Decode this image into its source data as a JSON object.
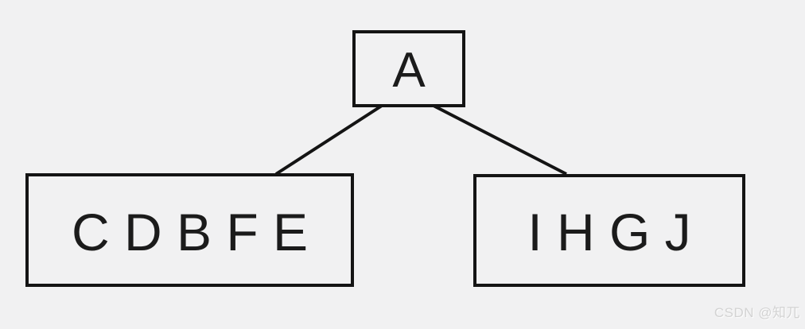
{
  "diagram": {
    "type": "tree",
    "nodes": [
      {
        "id": "root",
        "label": "A"
      },
      {
        "id": "left-child",
        "label": "C D B F E"
      },
      {
        "id": "right-child",
        "label": "I H G J"
      }
    ],
    "edges": [
      {
        "from": "root",
        "to": "left-child"
      },
      {
        "from": "root",
        "to": "right-child"
      }
    ],
    "colors": {
      "background": "#f1f1f2",
      "node_border": "#141414",
      "edge_stroke": "#141414",
      "text": "#1b1b1b"
    }
  },
  "watermark": {
    "text": "CSDN @知兀",
    "color": "#d3d3d3"
  }
}
